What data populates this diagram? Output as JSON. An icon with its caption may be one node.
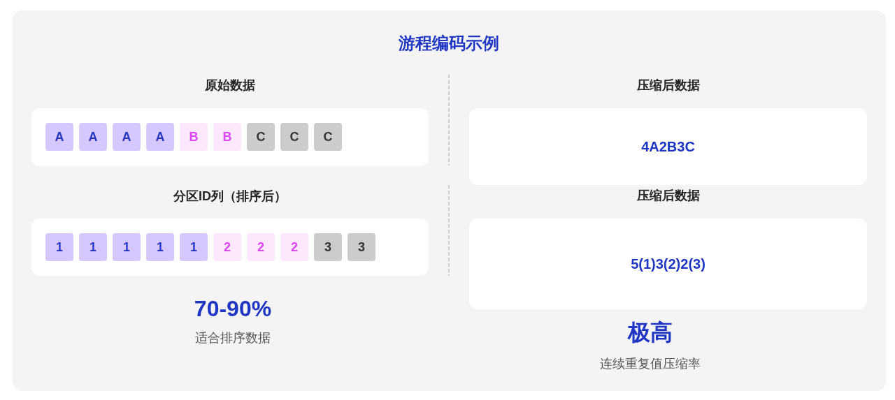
{
  "diagram": {
    "title": "游程编码示例",
    "nodes": [
      {
        "text": [
          "原始数据"
        ]
      },
      {
        "text": [
          "A"
        ],
        "in": 0
      },
      {
        "text": [
          "A"
        ],
        "in": 0
      },
      {
        "text": [
          "A"
        ],
        "in": 0
      },
      {
        "text": [
          "A"
        ],
        "in": 0
      },
      {
        "text": [
          "B"
        ],
        "in": 0
      },
      {
        "text": [
          "B"
        ],
        "in": 0
      },
      {
        "text": [
          "C"
        ],
        "in": 0
      },
      {
        "text": [
          "C"
        ],
        "in": 0
      },
      {
        "text": [
          "C"
        ],
        "in": 0
      },
      {
        "text": [
          "压缩后数据",
          "4A2B3C"
        ]
      },
      {
        "text": [
          "分区ID列（排序后）"
        ]
      },
      {
        "text": [
          "1"
        ],
        "in": 11
      },
      {
        "text": [
          "1"
        ],
        "in": 11
      },
      {
        "text": [
          "1"
        ],
        "in": 11
      },
      {
        "text": [
          "1"
        ],
        "in": 11
      },
      {
        "text": [
          "1"
        ],
        "in": 11
      },
      {
        "text": [
          "2"
        ],
        "in": 11
      },
      {
        "text": [
          "2"
        ],
        "in": 11
      },
      {
        "text": [
          "2"
        ],
        "in": 11
      },
      {
        "text": [
          "3"
        ],
        "in": 11
      },
      {
        "text": [
          "3"
        ],
        "in": 11
      },
      {
        "text": [
          "压缩后数据",
          "5(1)3(2)2(3)"
        ]
      }
    ],
    "labels": [
      "70-90%",
      "适合排序数据",
      "极高",
      "连续重复值压缩率"
    ]
  }
}
